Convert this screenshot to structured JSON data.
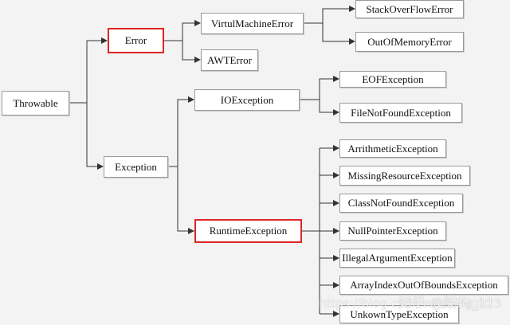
{
  "nodes": {
    "throwable": "Throwable",
    "error": "Error",
    "exception": "Exception",
    "virtual_machine_error": "VirtulMachineError",
    "awt_error": "AWTError",
    "stack_overflow_error": "StackOverFlowError",
    "out_of_memory_error": "OutOfMemoryError",
    "io_exception": "IOException",
    "eof_exception": "EOFException",
    "file_not_found_exception": "FileNotFoundException",
    "runtime_exception": "RuntimeException",
    "arithmetic_exception": "ArrithmeticException",
    "missing_resource_exception": "MissingResourceException",
    "class_not_found_exception": "ClassNotFoundException",
    "null_pointer_exception": "NullPointerException",
    "illegal_argument_exception": "IllegalArgumentException",
    "array_index_out_of_bounds_exception": "ArrayIndexOutOfBoundsException",
    "unkown_type_exception": "UnkownTypeException"
  },
  "highlight_color": "#e02424",
  "watermarks": [
    "https://blog.csdn.net/ning_123",
    "知乎 @架构girl"
  ]
}
